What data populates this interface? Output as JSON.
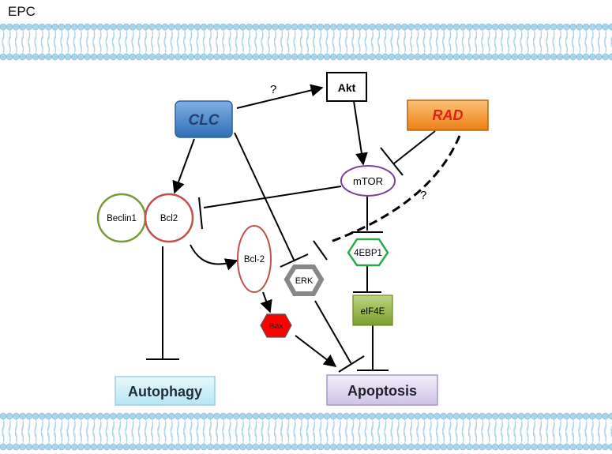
{
  "cell_label": "EPC",
  "nodes": {
    "clc": "CLC",
    "akt": "Akt",
    "rad": "RAD",
    "mtor": "mTOR",
    "beclin1": "Beclin1",
    "bcl2_complex": "Bcl2",
    "bcl2_free": "Bcl-2",
    "erk": "ERK",
    "bax": "Bax",
    "fourebp1": "4EBP1",
    "eif4e": "eIF4E",
    "autophagy": "Autophagy",
    "apoptosis": "Apoptosis"
  },
  "annotations": {
    "clc_akt_question": "?",
    "rad_question": "?"
  },
  "colors": {
    "membrane_head": "#a9d4ea",
    "clc_fill": "#3f82c9",
    "rad_fill": "#f28a1e",
    "rad_text": "#e0201c",
    "mtor_stroke": "#7b3fa0",
    "beclin_stroke": "#7a9a3a",
    "bcl2_stroke": "#c0504d",
    "erk_stroke": "#888888",
    "bax_fill": "#ff0000",
    "fourebp1_stroke": "#2aa84a",
    "eif4e_fill": "#8fb13c",
    "autophagy_fill": "#c6ecf7",
    "apoptosis_fill": "#ddd3ec"
  }
}
